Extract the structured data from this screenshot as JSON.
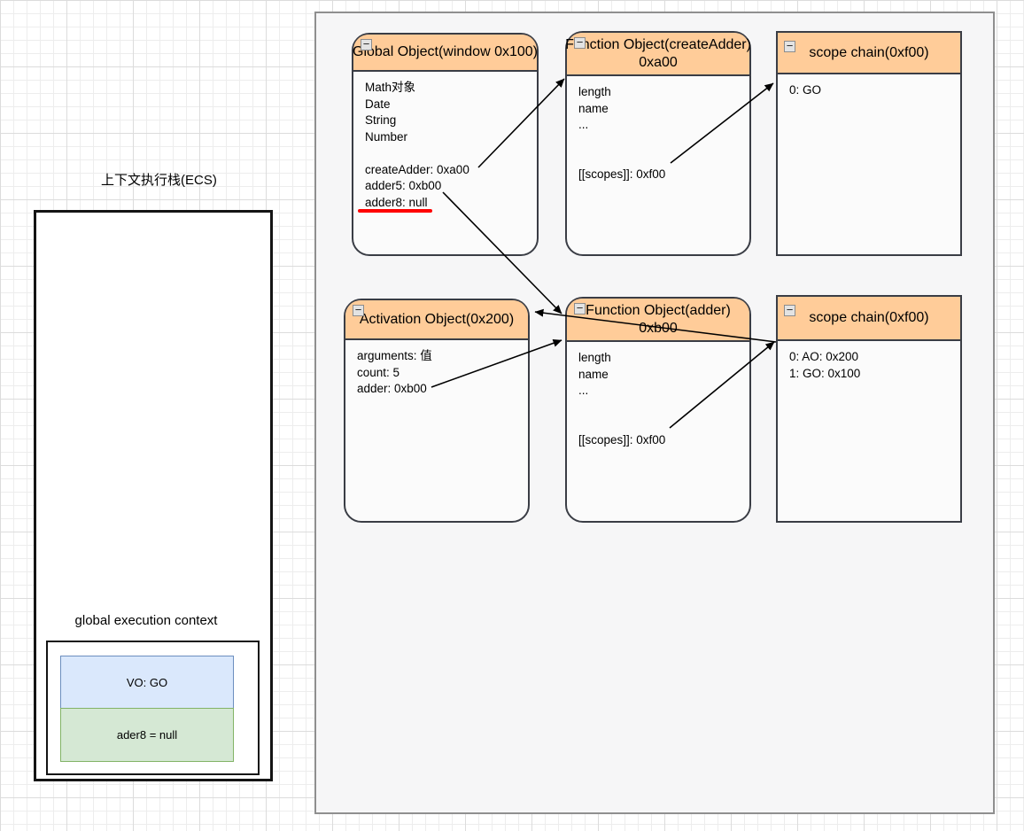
{
  "ui": {
    "collapse_glyph": "−"
  },
  "colors": {
    "header_fill": "#ffcc99",
    "shape_border": "#3a3d45",
    "vo_fill": "#dae8fc",
    "vo_border": "#6c8ebf",
    "var_fill": "#d5e8d4",
    "var_border": "#82b366",
    "underline": "#ff0000",
    "arrow": "#000000"
  },
  "left_stack": {
    "label": "上下文执行栈(ECS)",
    "context_title": "global execution context",
    "vo": "VO: GO",
    "variable": "ader8 = null"
  },
  "boxes": [
    {
      "id": "global-object",
      "title": "Global Object(window 0x100)",
      "subtitle": "",
      "lines": [
        "Math对象",
        "Date",
        "String",
        "Number",
        "",
        "createAdder: 0xa00",
        "adder5: 0xb00",
        "adder8: null"
      ]
    },
    {
      "id": "function-object-createadder",
      "title": "Function Object(createAdder)",
      "subtitle": "0xa00",
      "lines": [
        "length",
        "name",
        "...",
        "",
        "",
        "[[scopes]]: 0xf00"
      ]
    },
    {
      "id": "scope-chain-top",
      "title": "scope chain(0xf00)",
      "subtitle": "",
      "lines": [
        "0: GO"
      ]
    },
    {
      "id": "activation-object",
      "title": "Activation Object(0x200)",
      "subtitle": "",
      "lines": [
        "arguments: 值",
        "count: 5",
        "adder: 0xb00"
      ]
    },
    {
      "id": "function-object-adder",
      "title": "Function Object(adder)",
      "subtitle": "0xb00",
      "lines": [
        "length",
        "name",
        "...",
        "",
        "",
        "[[scopes]]: 0xf00"
      ]
    },
    {
      "id": "scope-chain-bottom",
      "title": "scope chain(0xf00)",
      "subtitle": "",
      "lines": [
        "0: AO: 0x200",
        "1: GO: 0x100"
      ]
    }
  ],
  "arrows": [
    {
      "from": "createAdder: 0xa00",
      "to": "function-object-createadder"
    },
    {
      "from": "[[scopes]]: 0xf00 (createAdder)",
      "to": "scope-chain-top"
    },
    {
      "from": "adder5: 0xb00",
      "to": "function-object-adder"
    },
    {
      "from": "scope-chain-bottom 0: AO: 0x200",
      "to": "activation-object"
    },
    {
      "from": "adder: 0xb00",
      "to": "function-object-adder"
    },
    {
      "from": "[[scopes]]: 0xf00 (adder)",
      "to": "scope-chain-bottom"
    }
  ]
}
